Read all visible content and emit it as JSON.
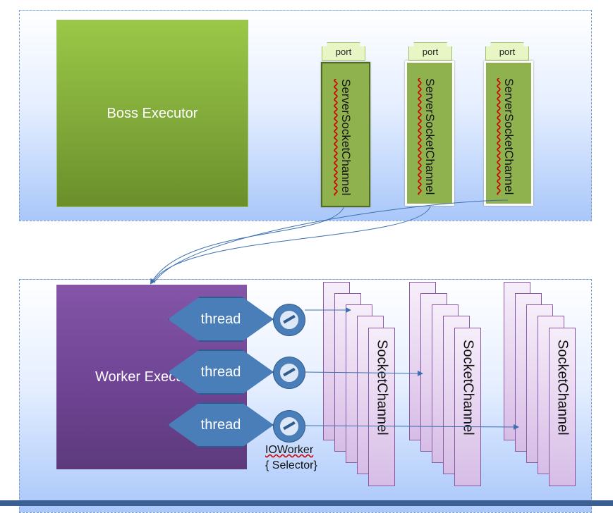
{
  "boss": {
    "label": "Boss Executor"
  },
  "worker": {
    "label": "Worker Execu"
  },
  "ports": [
    "port",
    "port",
    "port"
  ],
  "server_channels": [
    "ServerSocketChannel",
    "ServerSocketChannel",
    "ServerSocketChannel"
  ],
  "threads": [
    "thread",
    "thread",
    "thread"
  ],
  "socket_channel_label": "SocketChannel",
  "ioworker": {
    "line1": "IOWorker",
    "line2": "{ Selector}"
  },
  "colors": {
    "boss": "#80a93a",
    "worker": "#6f4494",
    "thread": "#4a7eb8",
    "connector": "#3d6fb0"
  }
}
